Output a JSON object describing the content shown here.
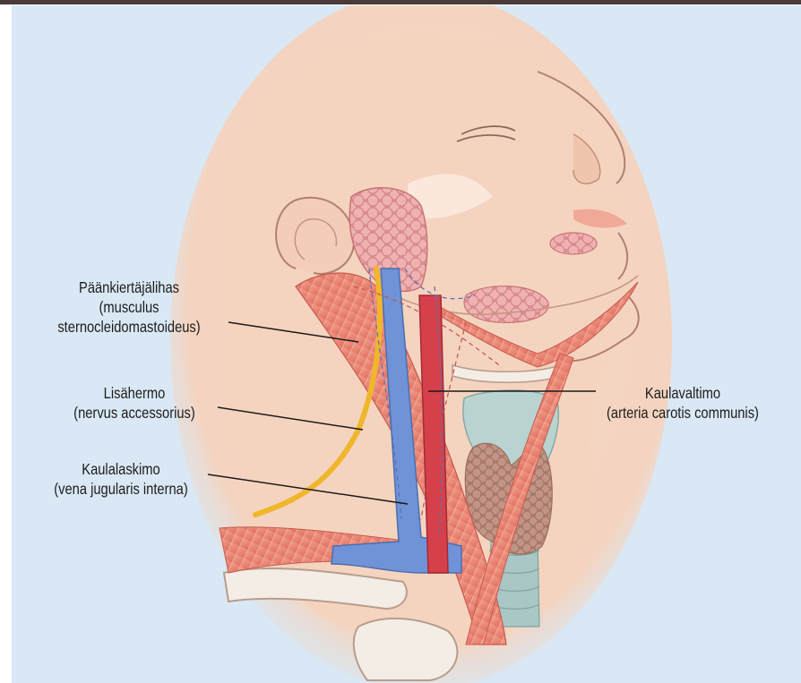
{
  "labels": {
    "muscle": {
      "name": "Päänkiertäjälihas",
      "latin_1": "(musculus",
      "latin_2": "sternocleidomastoideus)"
    },
    "nerve": {
      "name": "Lisähermo",
      "latin": "(nervus accessorius)"
    },
    "vein": {
      "name": "Kaulalaskimo",
      "latin": "(vena jugularis interna)"
    },
    "artery": {
      "name": "Kaulavaltimo",
      "latin": "(arteria carotis communis)"
    }
  },
  "colors": {
    "background": "#d9e8f4",
    "skin": "#f6d7c3",
    "muscle": "#e8806e",
    "gland": "#eaa6a6",
    "vein": "#6f93d6",
    "artery": "#d5404a",
    "nerve": "#f0b62c",
    "thyroid": "#b88a7a",
    "trachea": "#a9c7c4",
    "bone": "#f4ede6"
  }
}
